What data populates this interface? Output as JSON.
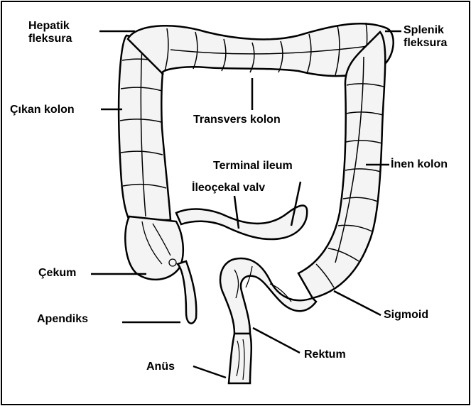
{
  "labels": {
    "hepatic": "Hepatik fleksura",
    "splenic": "Splenik fleksura",
    "ascending": "Çıkan kolon",
    "transverse": "Transvers kolon",
    "descending": "İnen kolon",
    "terminal_ileum": "Terminal ileum",
    "ileocecal_valve": "İleoçekal valv",
    "cecum": "Çekum",
    "appendix": "Apendiks",
    "sigmoid": "Sigmoid",
    "rectum": "Rektum",
    "anus": "Anüs"
  },
  "colors": {
    "outline": "#000000",
    "tissue": "#f2f2f2",
    "shade": "#d9d9d9",
    "background": "#ffffff"
  }
}
